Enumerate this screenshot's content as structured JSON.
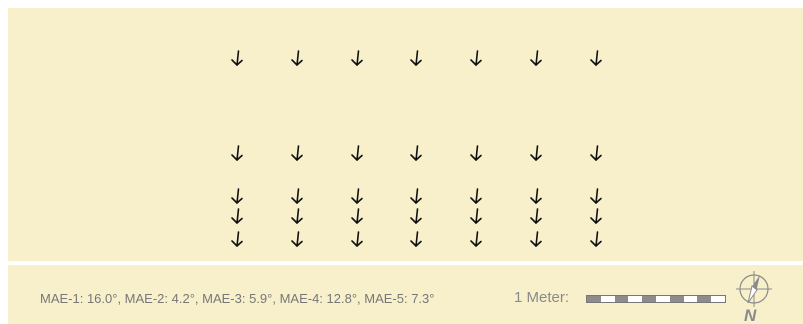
{
  "field": {
    "arrow_color": "#111111",
    "background": "#f7f0cb",
    "columns": 7,
    "row_groups": [
      1,
      1,
      3
    ],
    "arrow_glyph_name": "down-arrow-icon"
  },
  "footer": {
    "mae_text": "MAE-1: 16.0°, MAE-2: 4.2°, MAE-3: 5.9°, MAE-4: 12.8°, MAE-5: 7.3°",
    "scale_label": "1 Meter:",
    "scale_segments": 10,
    "compass_letter": "N"
  }
}
